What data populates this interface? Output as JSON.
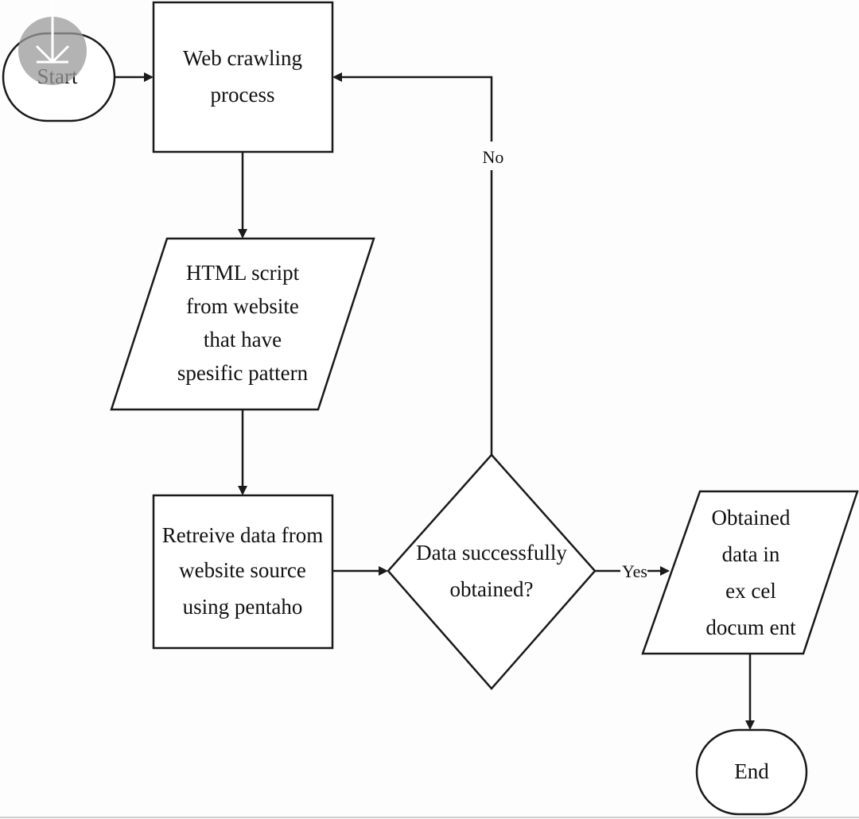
{
  "flowchart": {
    "start": "Start",
    "crawl": [
      "Web crawling",
      "process"
    ],
    "html_script": [
      "HTML script",
      "from website",
      "that have",
      "spesific pattern"
    ],
    "retrieve": [
      "Retreive data from",
      "website source",
      "using pentaho"
    ],
    "decision": [
      "Data successfully",
      "obtained?"
    ],
    "no_label": "No",
    "yes_label": "Yes",
    "output": [
      "Obtained",
      "data in",
      "ex cel",
      "docum ent"
    ],
    "end": "End"
  },
  "overlay": {
    "icon": "download-icon"
  }
}
